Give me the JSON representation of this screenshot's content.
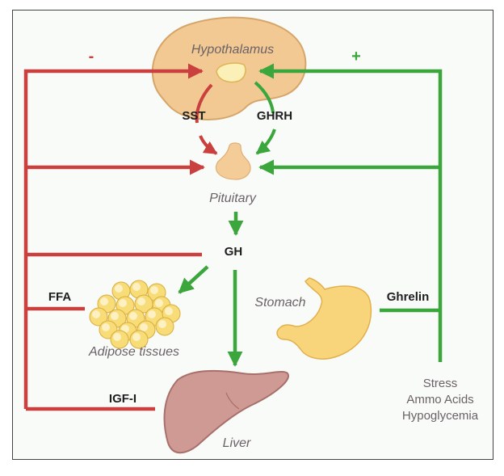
{
  "title": "Growth hormone regulation",
  "colors": {
    "inhibit": "#c9403f",
    "stimulate": "#3aa63c",
    "hypothalamus": "#f2c993",
    "pituitary": "#f4cc98",
    "adipose": "#f7dc78",
    "stomach": "#f8d57a",
    "liver": "#cf9a94"
  },
  "signs": {
    "inhibit": "-",
    "stimulate": "+"
  },
  "organs": {
    "hypothalamus": "Hypothalamus",
    "pituitary": "Pituitary",
    "adipose": "Adipose tissues",
    "stomach": "Stomach",
    "liver": "Liver"
  },
  "hormones": {
    "sst": "SST",
    "ghrh": "GHRH",
    "gh": "GH",
    "ffa": "FFA",
    "ghrelin": "Ghrelin",
    "igf": "IGF-I"
  },
  "stimuli": [
    "Stress",
    "Ammo Acids",
    "Hypoglycemia"
  ],
  "edges": [
    {
      "from": "hypothalamus",
      "to": "pituitary",
      "via": "SST",
      "type": "inhibit"
    },
    {
      "from": "hypothalamus",
      "to": "pituitary",
      "via": "GHRH",
      "type": "stimulate"
    },
    {
      "from": "pituitary",
      "to": "GH",
      "type": "stimulate"
    },
    {
      "from": "GH",
      "to": "adipose",
      "type": "stimulate"
    },
    {
      "from": "GH",
      "to": "liver",
      "type": "stimulate"
    },
    {
      "from": "GH",
      "to": "hypothalamus",
      "type": "inhibit"
    },
    {
      "from": "GH",
      "to": "pituitary",
      "type": "inhibit"
    },
    {
      "from": "FFA",
      "to": "hypothalamus",
      "type": "inhibit"
    },
    {
      "from": "IGF-I",
      "to": "hypothalamus",
      "type": "inhibit"
    },
    {
      "from": "IGF-I",
      "to": "pituitary",
      "type": "inhibit"
    },
    {
      "from": "Ghrelin",
      "to": "hypothalamus",
      "type": "stimulate"
    },
    {
      "from": "Ghrelin",
      "to": "pituitary",
      "type": "stimulate"
    },
    {
      "from": "stimuli",
      "to": "hypothalamus",
      "type": "stimulate"
    },
    {
      "from": "stimuli",
      "to": "pituitary",
      "type": "stimulate"
    }
  ]
}
